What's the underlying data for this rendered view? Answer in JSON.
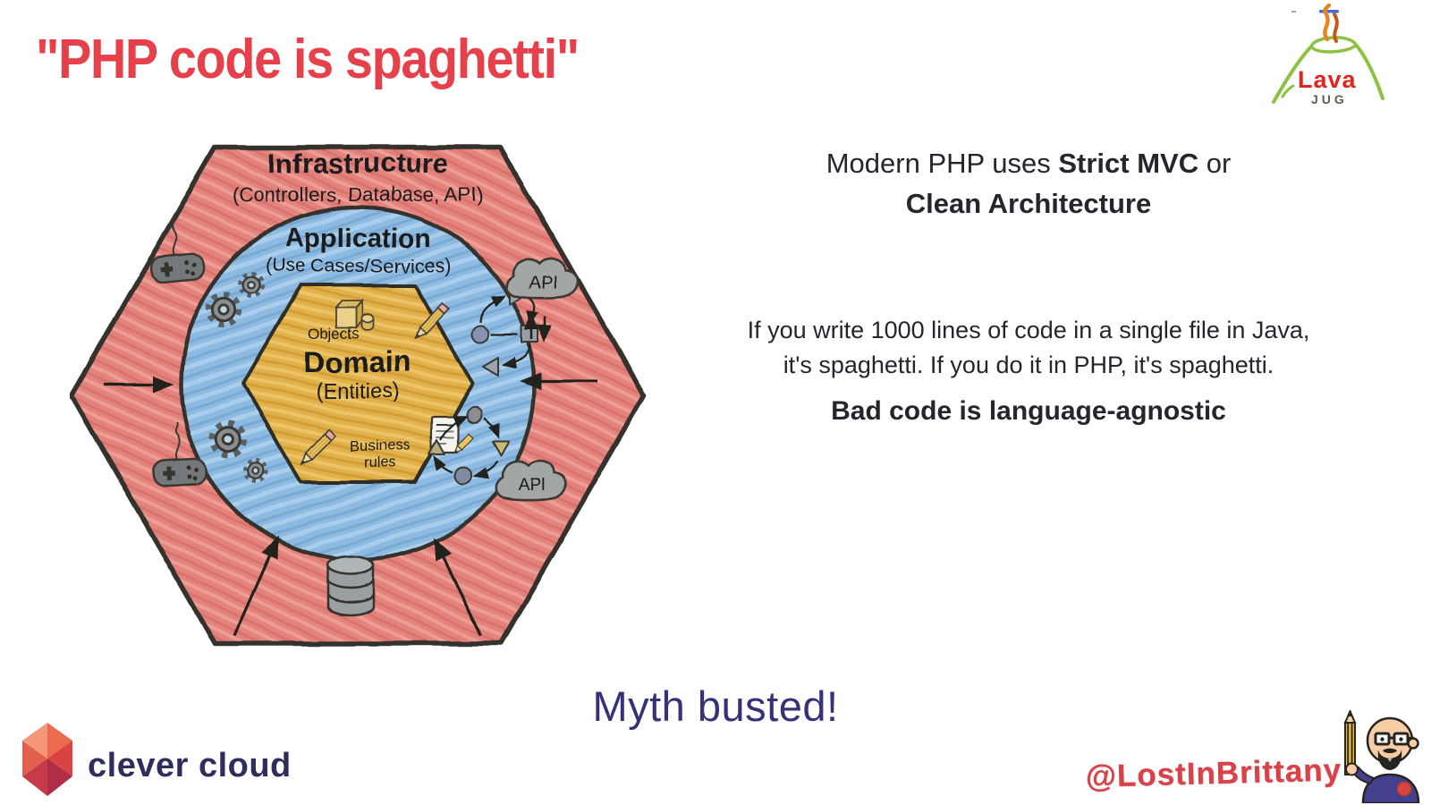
{
  "slide": {
    "title": "\"PHP code is spaghetti\"",
    "myth_busted": "Myth busted!"
  },
  "right_panel": {
    "line1_prefix": "Modern PHP uses ",
    "line1_bold": "Strict MVC",
    "line1_suffix": " or",
    "line2_bold": "Clean Architecture",
    "body_line1": "If you write 1000 lines of code in a single file in Java,",
    "body_line2": "it's spaghetti. If you do it in PHP, it's spaghetti.",
    "emphasis": "Bad code is language-agnostic"
  },
  "diagram": {
    "infrastructure_label": "Infrastructure",
    "infrastructure_sublabel": "(Controllers, Database, API)",
    "application_label": "Application",
    "application_sublabel": "(Use Cases/Services)",
    "domain_label": "Domain",
    "domain_sublabel": "(Entities)",
    "objects_label": "Objects",
    "business_rules_line1": "Business",
    "business_rules_line2": "rules",
    "api_cloud_top_label": "API",
    "api_cloud_bottom_label": "API"
  },
  "footer": {
    "brand_name": "clever cloud",
    "author_handle": "@LostInBrittany"
  },
  "lavajug_logo": {
    "line1": "Lava",
    "line2": "JUG"
  },
  "colors": {
    "title_red": "#e6404a",
    "body_text": "#23262c",
    "myth_navy": "#35327a",
    "brand_navy": "#2e2d5c",
    "handle_red": "#d8434b",
    "hex_red_fill": "#e4827b",
    "ring_blue_fill": "#8cbae1",
    "core_yellow_fill": "#e2b14c",
    "outline_dark": "#35332e",
    "lavajug_green": "#8bc341",
    "lavajug_red": "#e0251e"
  }
}
